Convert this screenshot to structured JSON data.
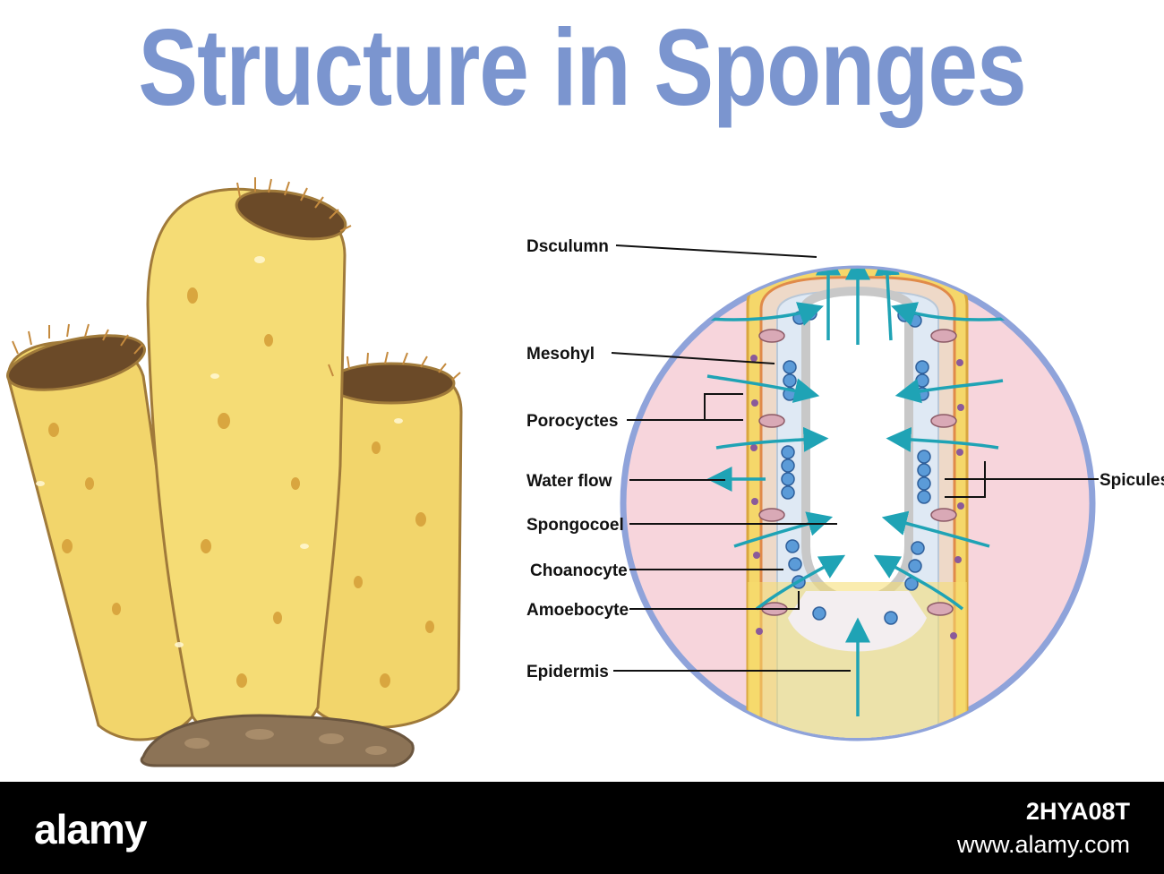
{
  "title": "Structure in Sponges",
  "labels": {
    "osculum": "Dsculumn",
    "mesohyl": "Mesohyl",
    "porocytes": "Porocyctes",
    "water_flow": "Water flow",
    "spongocoel": "Spongocoel",
    "choanocyte": "Choanocyte",
    "amoebocyte": "Amoebocyte",
    "epidermis": "Epidermis",
    "spicules": "Spicules"
  },
  "footer": {
    "brand": "alamy",
    "image_id": "2HYA08T",
    "site": "www.alamy.com"
  },
  "colors": {
    "title": "#7b95cf",
    "sponge_body": "#f2d56b",
    "circle_ring": "#8fa3da",
    "circle_bg": "#f7d5dc",
    "water_arrow": "#1fa3b5"
  }
}
